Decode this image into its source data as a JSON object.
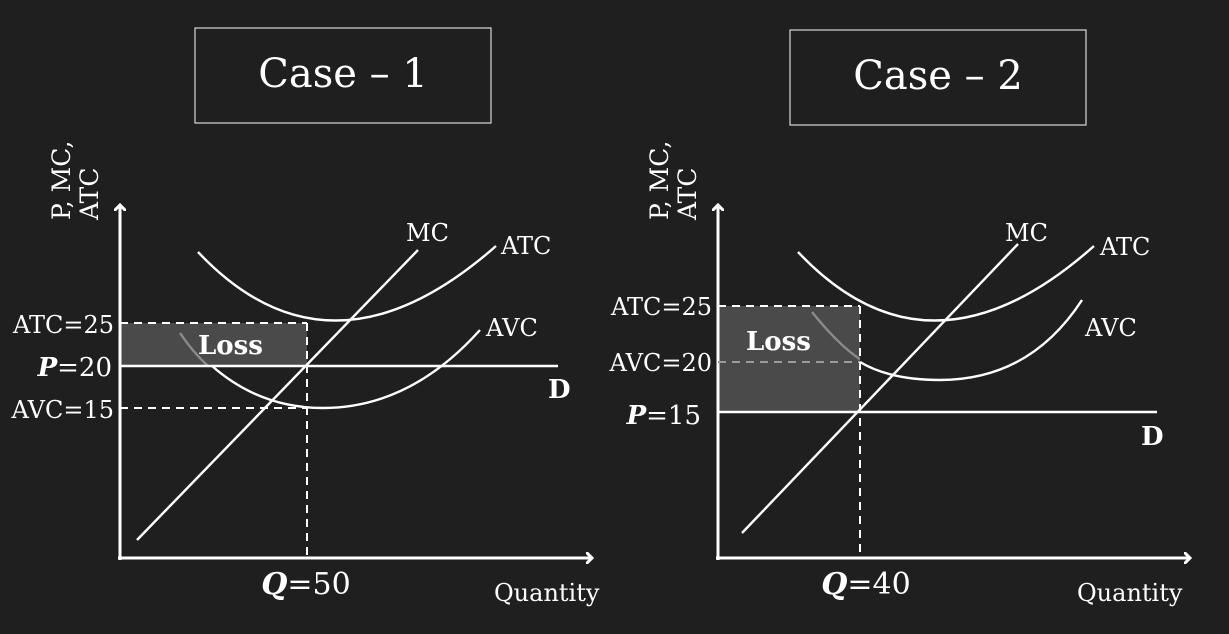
{
  "case1": {
    "title": "Case – 1",
    "y_axis_label_line1": "P, MC,",
    "y_axis_label_line2": "ATC",
    "x_axis_label": "Quantity",
    "mc_label": "MC",
    "atc_label": "ATC",
    "avc_label": "AVC",
    "d_label": "D",
    "loss_label": "Loss",
    "tick_atc": "ATC=25",
    "tick_p_var": "P",
    "tick_p_val": "=20",
    "tick_avc": "AVC=15",
    "tick_q_var": "Q",
    "tick_q_val": "=50"
  },
  "case2": {
    "title": "Case – 2",
    "y_axis_label_line1": "P, MC,",
    "y_axis_label_line2": "ATC",
    "x_axis_label": "Quantity",
    "mc_label": "MC",
    "atc_label": "ATC",
    "avc_label": "AVC",
    "d_label": "D",
    "loss_label": "Loss",
    "tick_atc": "ATC=25",
    "tick_avc": "AVC=20",
    "tick_p_var": "P",
    "tick_p_val": "=15",
    "tick_q_var": "Q",
    "tick_q_val": "=40"
  },
  "colors": {
    "background": "#1f1f1f",
    "lines": "#ffffff",
    "loss_fill": "#4a4a4a"
  }
}
